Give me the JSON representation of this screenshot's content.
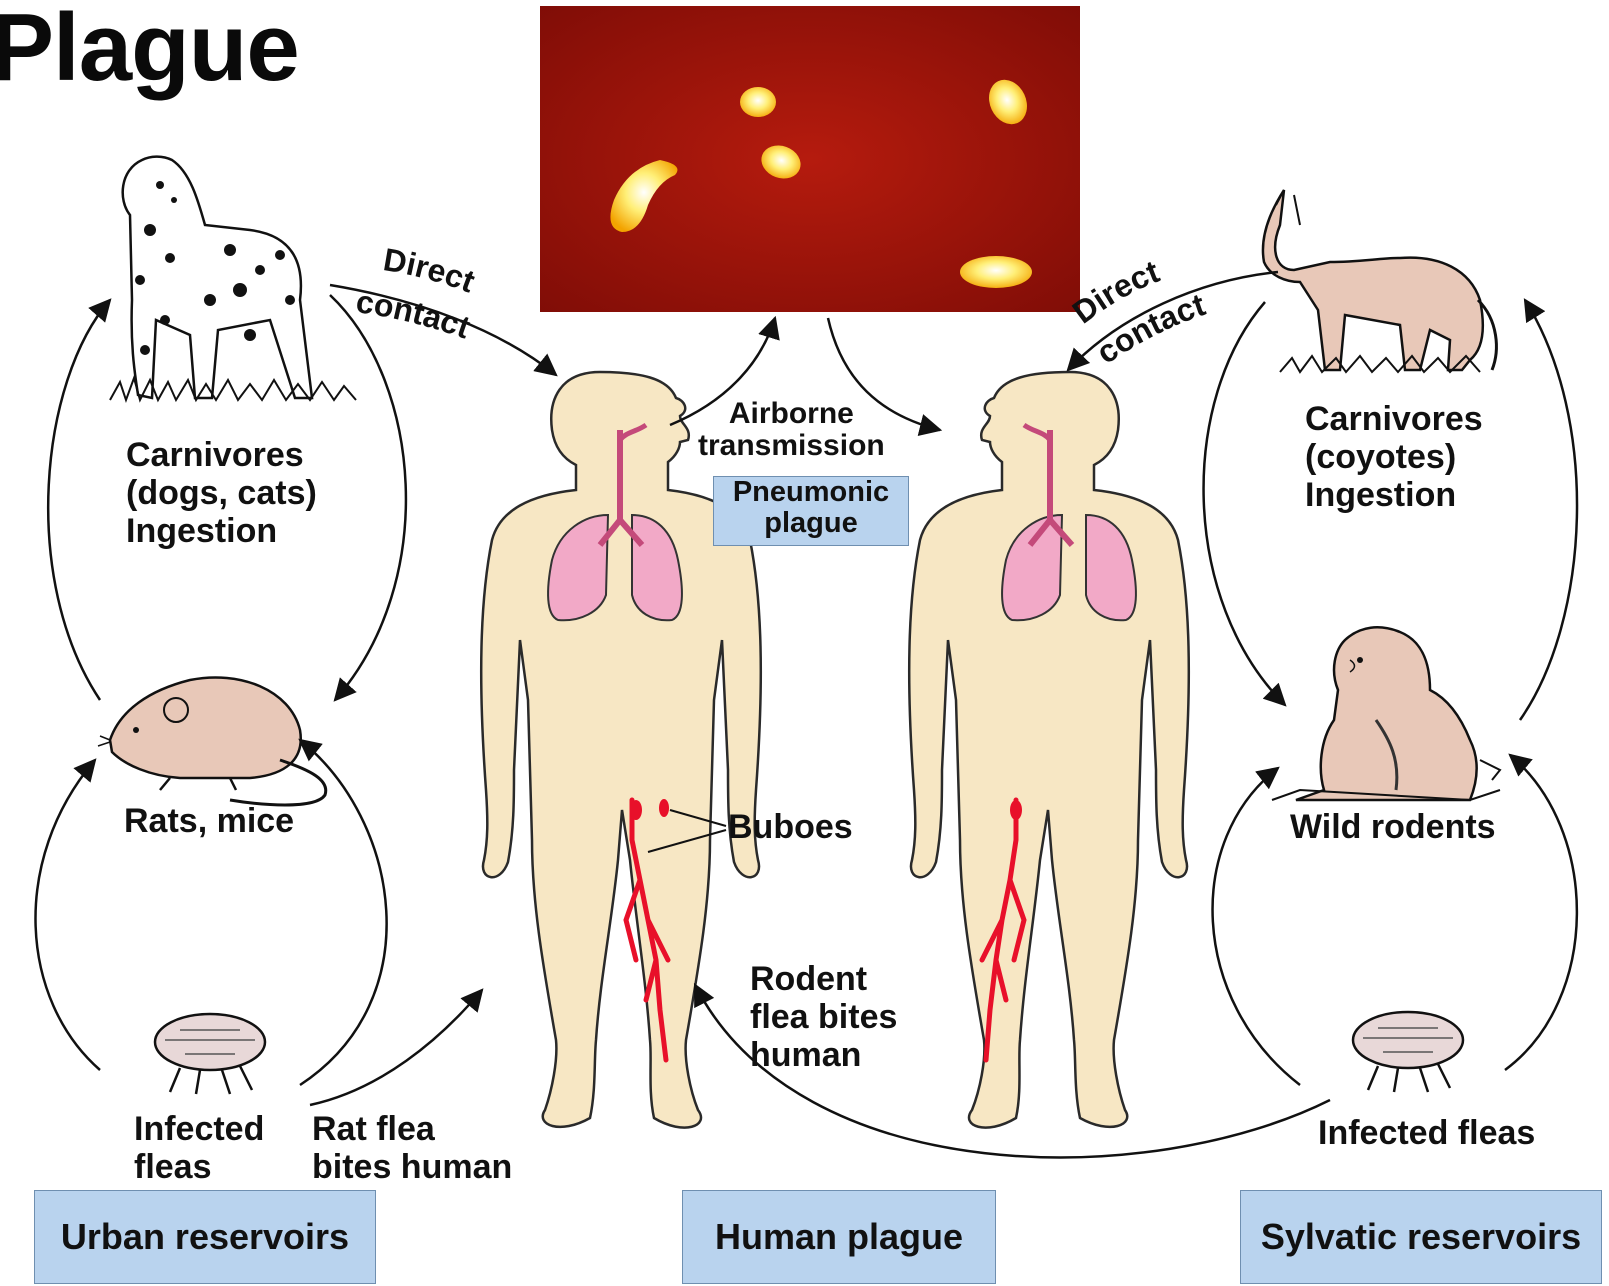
{
  "title": "Plague",
  "labels": {
    "direct_contact_left": [
      "Direct",
      "contact"
    ],
    "direct_contact_right": [
      "Direct",
      "contact"
    ],
    "carnivores_left": "Carnivores\n(dogs, cats)\nIngestion",
    "carnivores_right": "Carnivores\n(coyotes)\nIngestion",
    "rats_mice": "Rats, mice",
    "wild_rodents": "Wild rodents",
    "airborne": "Airborne\ntransmission",
    "pneumonic": "Pneumonic\nplague",
    "buboes": "Buboes",
    "rodent_flea": "Rodent\nflea bites\nhuman",
    "infected_fleas_left": "Infected\nfleas",
    "rat_flea": "Rat flea\nbites human",
    "infected_fleas_right": "Infected fleas"
  },
  "boxes": {
    "urban": "Urban reservoirs",
    "human": "Human plague",
    "sylvatic": "Sylvatic reservoirs"
  },
  "colors": {
    "skin": "#f7e7c4",
    "lungs": "#f2a9c7",
    "vessels": "#e8102a",
    "micrograph_bg": "#a0120a",
    "bacteria": "#ffe866",
    "animal": "#e8c8b8",
    "box": "#b9d3ee"
  },
  "icons": [
    "dog-illustration",
    "rat-illustration",
    "flea-illustration",
    "coyote-illustration",
    "ground-squirrel-illustration",
    "human-figure",
    "bacteria-micrograph"
  ]
}
